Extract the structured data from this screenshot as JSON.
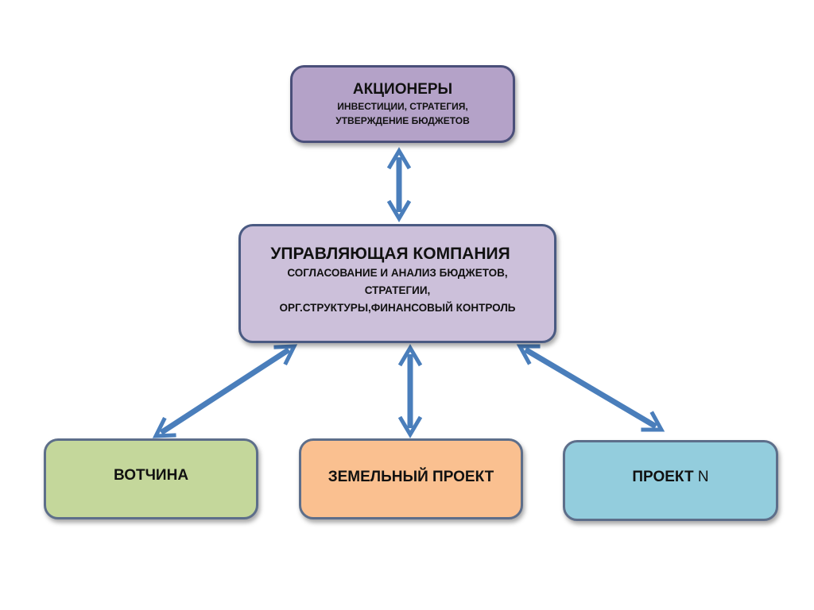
{
  "colors": {
    "shareholders_fill": "#b4a2c8",
    "management_fill": "#ccc0da",
    "votchina_fill": "#c4d79b",
    "land_fill": "#fac090",
    "project_n_fill": "#93cddd",
    "arrow": "#4a7ebb"
  },
  "shareholders": {
    "title": "АКЦИОНЕРЫ",
    "lines": [
      "ИНВЕСТИЦИИ, СТРАТЕГИЯ,",
      "УТВЕРЖДЕНИЕ БЮДЖЕТОВ"
    ]
  },
  "management": {
    "title": "УПРАВЛЯЮЩАЯ КОМПАНИЯ",
    "lines": [
      "СОГЛАСОВАНИЕ И АНАЛИЗ БЮДЖЕТОВ,",
      "СТРАТЕГИИ,",
      "ОРГ.СТРУКТУРЫ,ФИНАНСОВЫЙ КОНТРОЛЬ"
    ]
  },
  "votchina": {
    "title": "ВОТЧИНА"
  },
  "land_project": {
    "title": "ЗЕМЕЛЬНЫЙ ПРОЕКТ"
  },
  "project_n": {
    "title": "ПРОЕКТ",
    "suffix": "N"
  },
  "arrows": [
    {
      "name": "arrow-shareholders-management",
      "from": "shareholders",
      "to": "management",
      "direction": "both"
    },
    {
      "name": "arrow-management-votchina",
      "from": "management",
      "to": "votchina",
      "direction": "both"
    },
    {
      "name": "arrow-management-land",
      "from": "management",
      "to": "land_project",
      "direction": "both"
    },
    {
      "name": "arrow-management-project-n",
      "from": "management",
      "to": "project_n",
      "direction": "both"
    }
  ]
}
